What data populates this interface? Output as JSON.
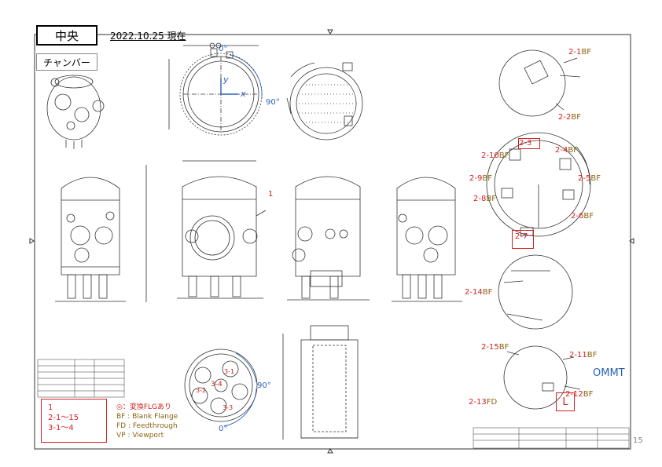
{
  "header": {
    "title": "中央",
    "date": "2022.10.25 現在",
    "section": "チャンバー"
  },
  "angles": {
    "a0_top": "0°",
    "a90": "90°",
    "a90_bottom": "90°",
    "a0_bottom": "0°",
    "axis_y": "y",
    "axis_x": "x"
  },
  "ports": {
    "p1": "1",
    "p2_1": "2-1",
    "p2_2": "2-2",
    "p2_3": "2-3",
    "p2_4": "2-4",
    "p2_5": "2-5",
    "p2_6": "2-6",
    "p2_7": "2-7",
    "p2_8": "2-8",
    "p2_9": "2-9",
    "p2_10": "2-10",
    "p2_11": "2-11",
    "p2_12": "2-12",
    "p2_13": "2-13",
    "p2_14": "2-14",
    "p2_15": "2-15",
    "p3_1": "3-1",
    "p3_2": "3-2",
    "p3_3": "3-3",
    "p3_4": "3-4"
  },
  "suffix": {
    "bf": "BF",
    "fd": "FD"
  },
  "legend": {
    "line1": "1",
    "line2": "2-1～15",
    "line3": "3-1～4"
  },
  "abbreviations": {
    "note": "◎：変換FLGあり",
    "bf": "BF : Blank Flange",
    "fd": "FD : Feedthrough",
    "vp": "VP : Viewport"
  },
  "brand": "OMMT",
  "rank": "L",
  "page_number": "15",
  "colors": {
    "label_red": "#d32020",
    "angle_blue": "#2a5fb8",
    "suffix_brown": "#8a6412",
    "drawing_line": "#333333"
  }
}
